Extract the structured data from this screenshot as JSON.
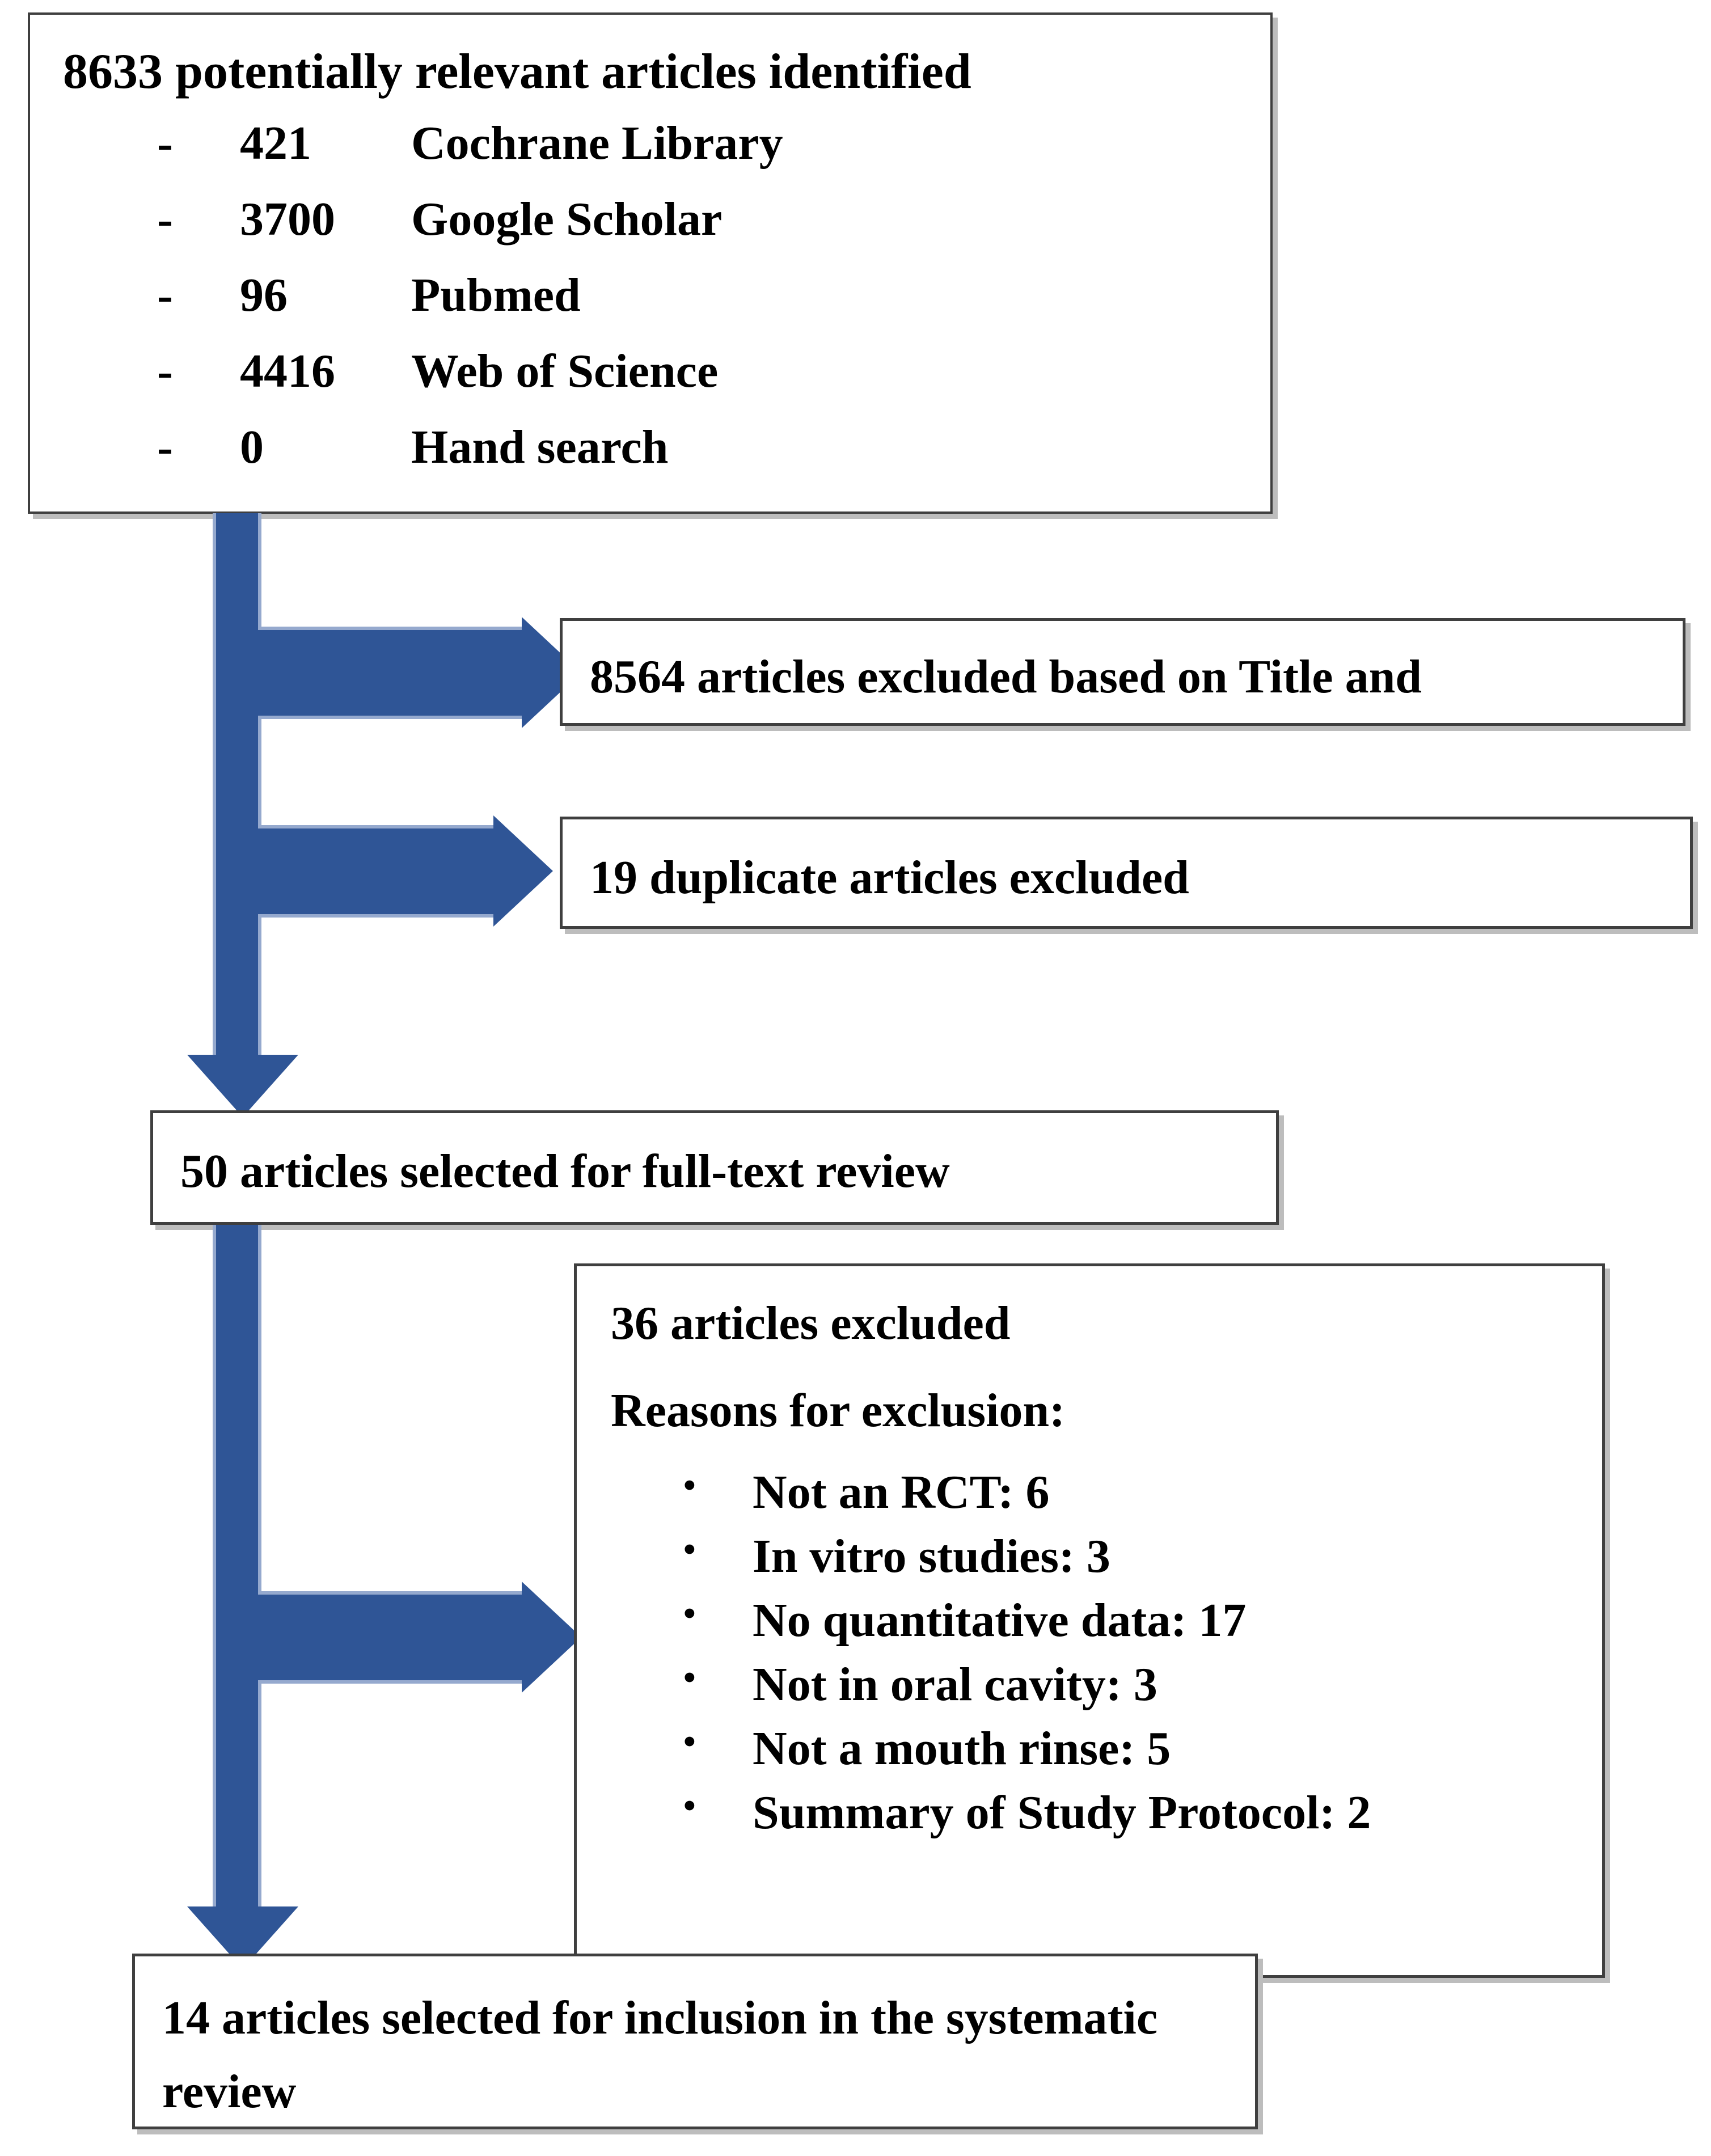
{
  "diagram": {
    "title": "PRISMA study selection flow diagram",
    "accent_color": "#2f5596",
    "accent_outline_color": "#95a9ce",
    "box_border_color": "#3f3f3f",
    "box_shadow_color": "#bdbdbd",
    "text_color": "#000000"
  },
  "sources_box": {
    "headline": "8633 potentially relevant articles identified",
    "dash": "-",
    "rows": [
      {
        "count": "421",
        "name": "Cochrane Library"
      },
      {
        "count": "3700",
        "name": "Google Scholar"
      },
      {
        "count": "96",
        "name": "Pubmed"
      },
      {
        "count": "4416",
        "name": "Web of Science"
      },
      {
        "count": "0",
        "name": "Hand search"
      }
    ]
  },
  "excluded_title_box": {
    "text": "8564 articles excluded based on Title and"
  },
  "excluded_duplicates_box": {
    "text": "19 duplicate articles excluded"
  },
  "fulltext_box": {
    "text": "50 articles selected for full-text review"
  },
  "excluded_reasons_box": {
    "heading": "36 articles excluded",
    "subheading": "Reasons for exclusion:",
    "bullet_glyph": "•",
    "reasons": [
      {
        "label": "Not an RCT: 6"
      },
      {
        "label": "In vitro studies: 3"
      },
      {
        "label": "No quantitative data: 17"
      },
      {
        "label": "Not in oral cavity: 3"
      },
      {
        "label": "Not a mouth rinse: 5"
      },
      {
        "label": "Summary of Study Protocol: 2"
      }
    ]
  },
  "included_box": {
    "text": "14 articles selected for inclusion in the systematic review"
  }
}
